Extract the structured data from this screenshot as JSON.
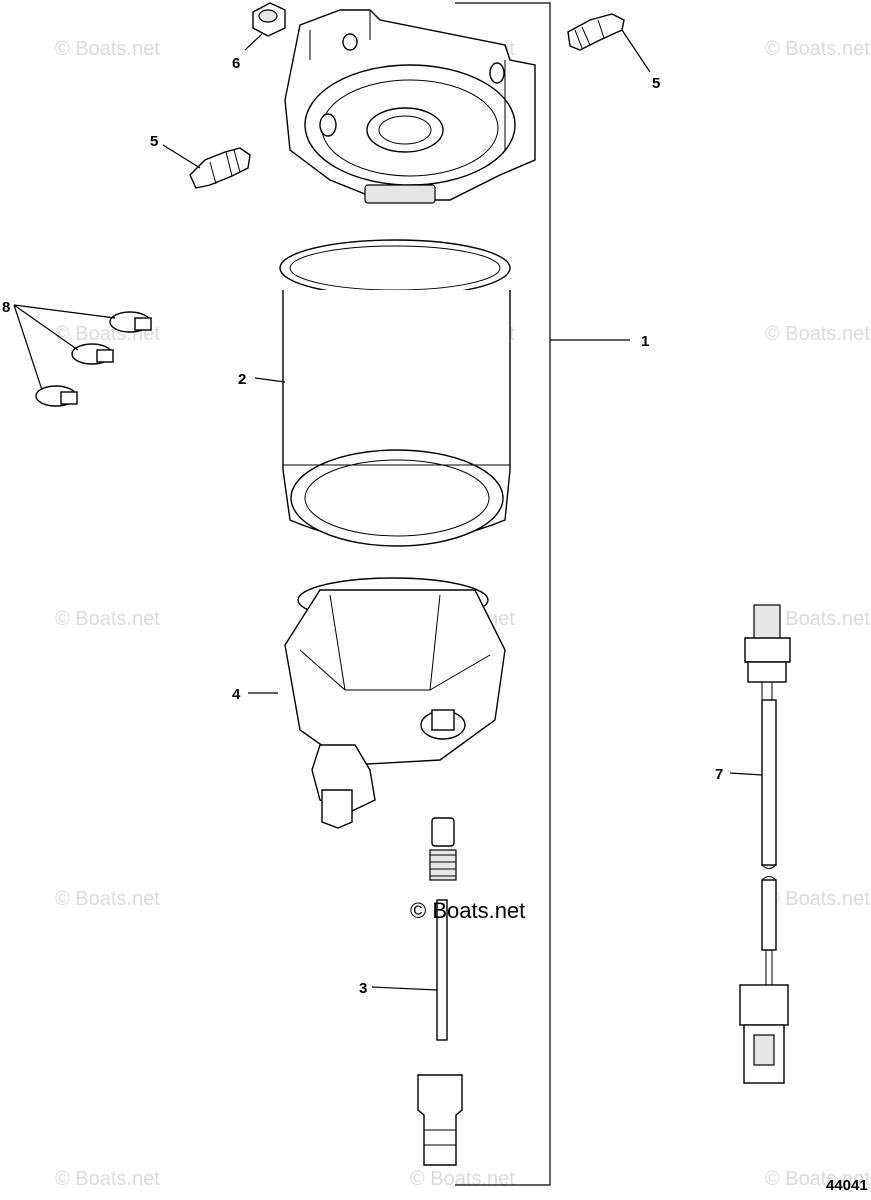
{
  "watermark_text": "© Boats.net",
  "figure_id": "44041",
  "callouts": {
    "c1": "1",
    "c2": "2",
    "c3": "3",
    "c4": "4",
    "c5a": "5",
    "c5b": "5",
    "c6": "6",
    "c7": "7",
    "c8": "8"
  }
}
